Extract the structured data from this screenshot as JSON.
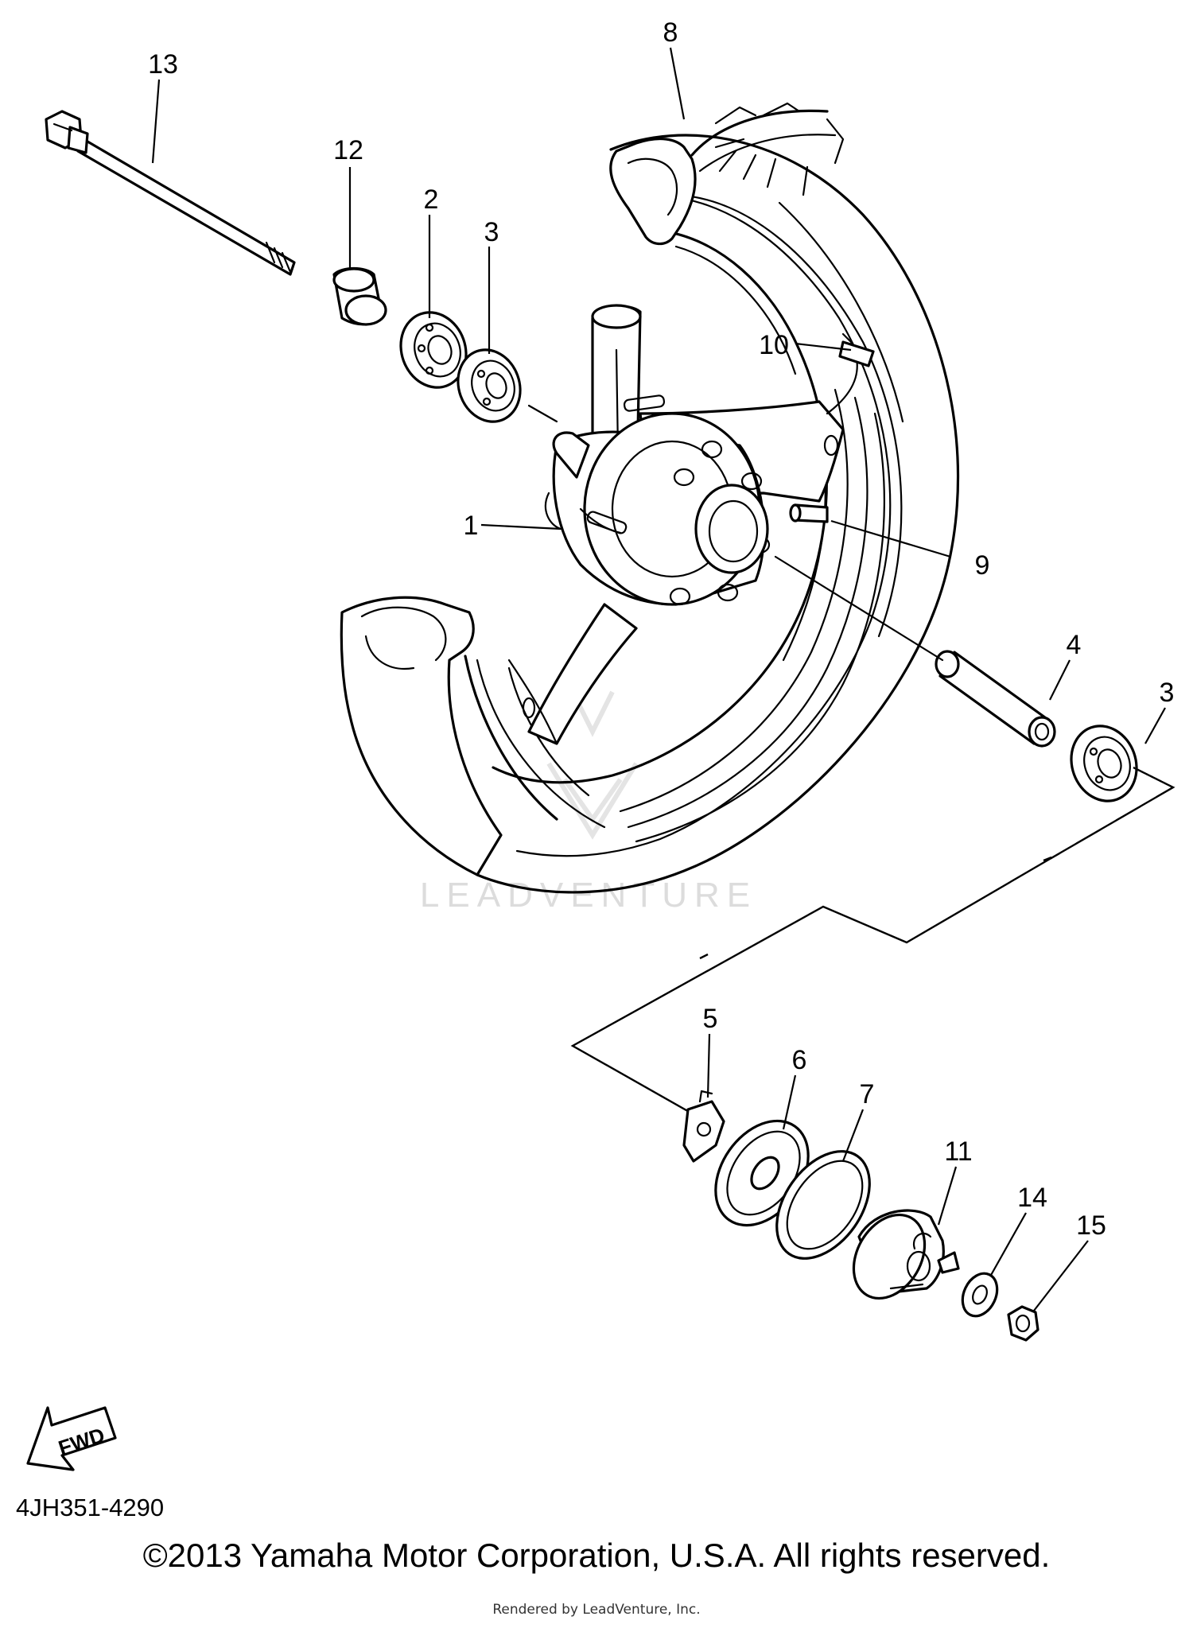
{
  "diagram": {
    "callouts": [
      {
        "id": "part-1",
        "label": "1"
      },
      {
        "id": "part-2",
        "label": "2"
      },
      {
        "id": "part-3-left",
        "label": "3"
      },
      {
        "id": "part-3-right",
        "label": "3"
      },
      {
        "id": "part-4",
        "label": "4"
      },
      {
        "id": "part-5",
        "label": "5"
      },
      {
        "id": "part-6",
        "label": "6"
      },
      {
        "id": "part-7",
        "label": "7"
      },
      {
        "id": "part-8",
        "label": "8"
      },
      {
        "id": "part-9",
        "label": "9"
      },
      {
        "id": "part-10",
        "label": "10"
      },
      {
        "id": "part-11",
        "label": "11"
      },
      {
        "id": "part-12",
        "label": "12"
      },
      {
        "id": "part-13",
        "label": "13"
      },
      {
        "id": "part-14",
        "label": "14"
      },
      {
        "id": "part-15",
        "label": "15"
      }
    ],
    "fwd_label": "FWD",
    "watermark": "LEADVENTURE",
    "diagram_code": "4JH351-4290"
  },
  "footer": {
    "copyright": "©2013 Yamaha Motor Corporation, U.S.A. All rights reserved.",
    "rendered_by": "Rendered by LeadVenture, Inc."
  }
}
